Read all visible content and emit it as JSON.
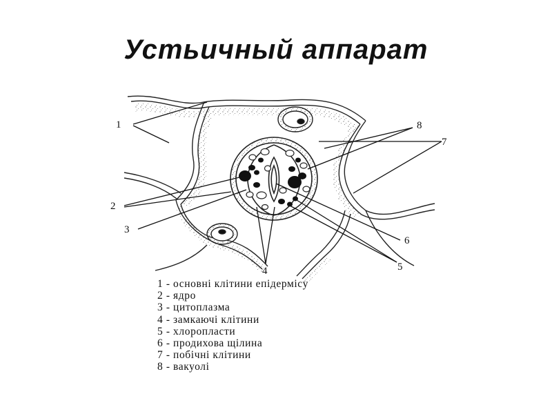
{
  "title": "Устьичный аппарат",
  "diagram": {
    "callouts": [
      "1",
      "2",
      "3",
      "4",
      "5",
      "6",
      "7",
      "8"
    ]
  },
  "legend": [
    "1 - основні клітини епідермісу",
    "2 - ядро",
    "3 - цитоплазма",
    "4 - замкаючі клітини",
    "5 - хлоропласти",
    "6 - продихова щілина",
    "7 - побічні клітини",
    "8 - вакуолі"
  ]
}
